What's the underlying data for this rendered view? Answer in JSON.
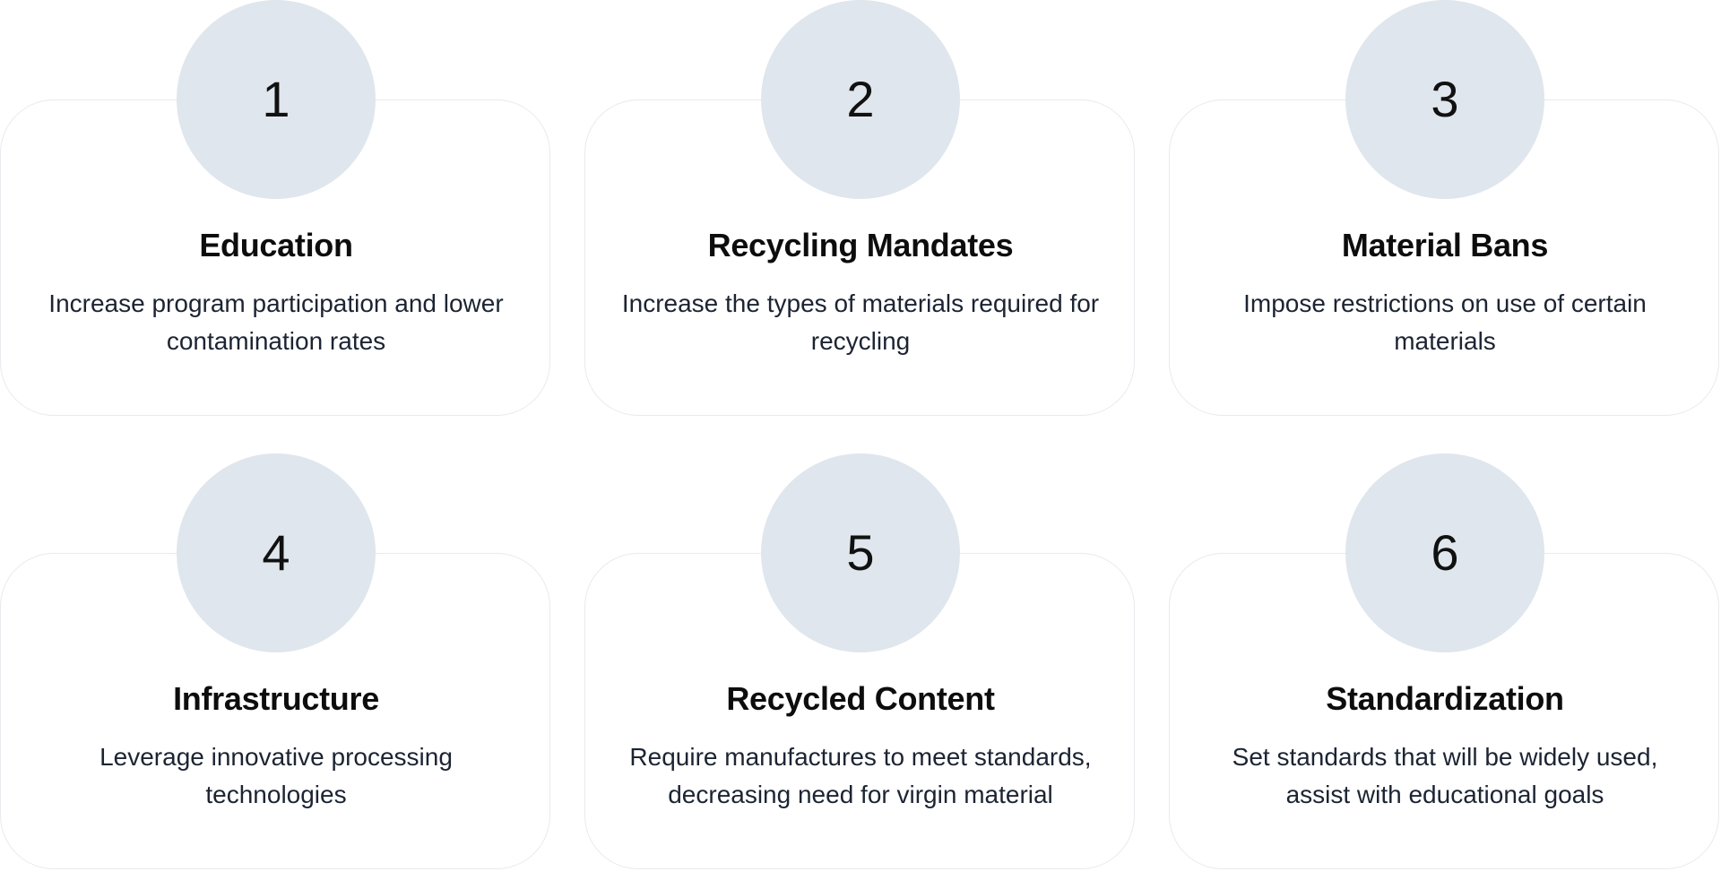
{
  "items": [
    {
      "number": "1",
      "title": "Education",
      "description": "Increase program participation and lower contamination rates"
    },
    {
      "number": "2",
      "title": "Recycling Mandates",
      "description": "Increase the types of materials required for recycling"
    },
    {
      "number": "3",
      "title": "Material Bans",
      "description": "Impose restrictions on use of certain materials"
    },
    {
      "number": "4",
      "title": "Infrastructure",
      "description": "Leverage innovative processing technologies"
    },
    {
      "number": "5",
      "title": "Recycled Content",
      "description": "Require manufactures to meet standards, decreasing need for virgin material"
    },
    {
      "number": "6",
      "title": "Standardization",
      "description": "Set standards that will be widely used, assist with educational goals"
    }
  ],
  "colors": {
    "badge_bg": "#dfe6ed",
    "card_border": "#e8eaee",
    "title_text": "#0d0d0d",
    "desc_text": "#1c2433"
  }
}
